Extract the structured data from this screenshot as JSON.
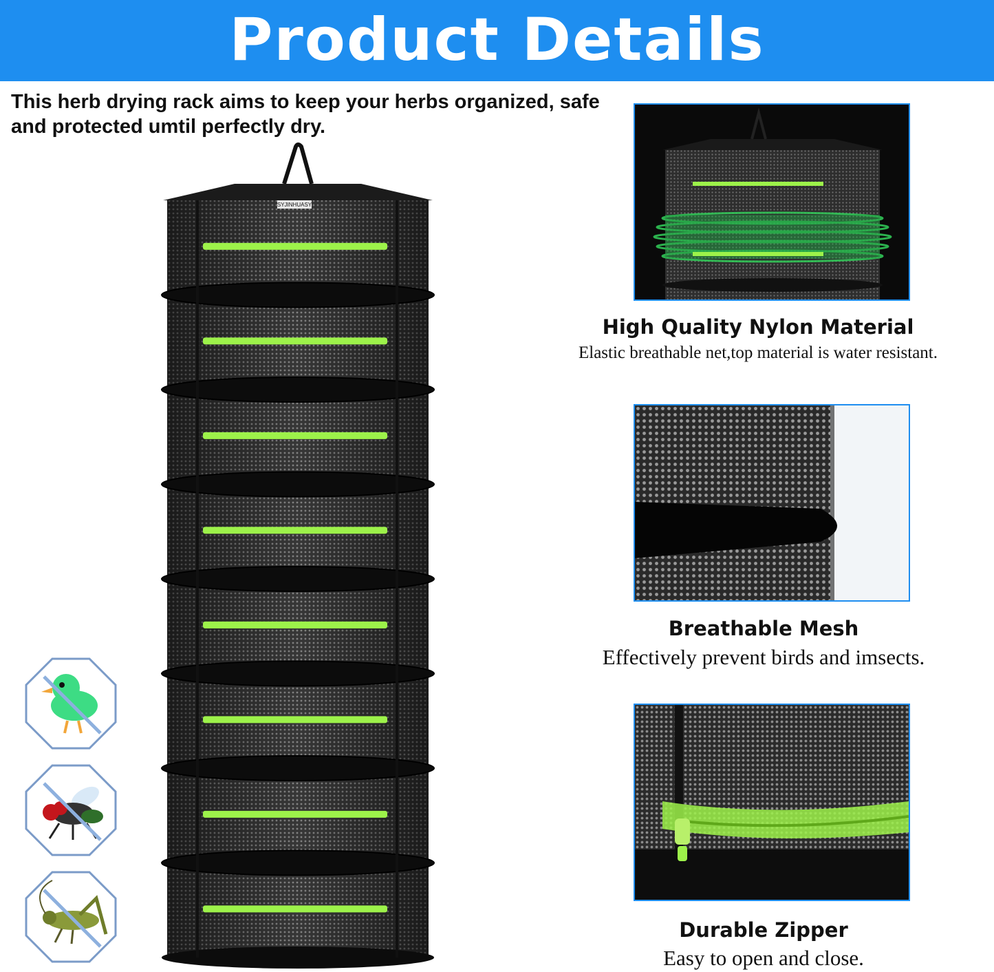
{
  "banner": {
    "title": "Product Details"
  },
  "intro": {
    "text": "This herb drying rack aims to keep your herbs organized, safe and protected umtil perfectly dry."
  },
  "product": {
    "brand_label": "SYJINHUASY",
    "tiers": 8
  },
  "features": [
    {
      "title": "High Quality Nylon Material",
      "description": "Elastic breathable net,top material is water resistant."
    },
    {
      "title": "Breathable Mesh",
      "description": "Effectively prevent birds and imsects."
    },
    {
      "title": "Durable Zipper",
      "description": "Easy to open and close."
    }
  ],
  "badges": [
    {
      "icon": "no-bird-icon"
    },
    {
      "icon": "no-fly-icon"
    },
    {
      "icon": "no-cricket-icon"
    }
  ],
  "colors": {
    "banner": "#1e8ef0",
    "zipper": "#9df24a",
    "mesh": "#1c1c1c",
    "badge_border": "#7b9bc8"
  }
}
